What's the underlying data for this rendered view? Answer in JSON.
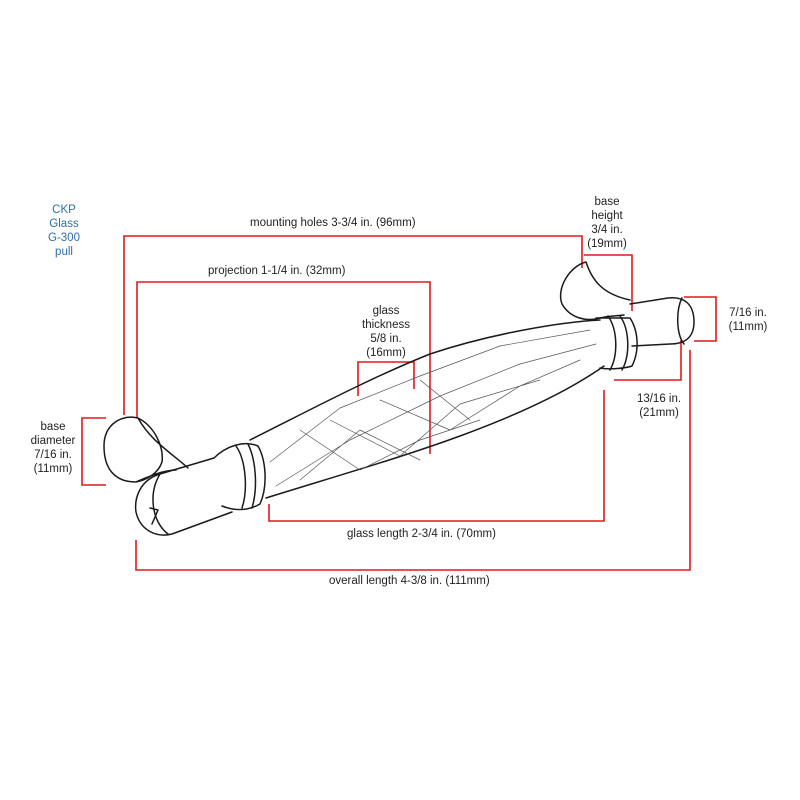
{
  "title": {
    "lines": [
      "CKP",
      "Glass",
      "G-300",
      "pull"
    ],
    "color": "#2f6fa8"
  },
  "colors": {
    "dimension_line": "#e0191e",
    "outline": "#1a1a1a",
    "text": "#222222"
  },
  "dimensions": {
    "mounting_holes": "mounting holes 3-3/4 in. (96mm)",
    "projection": "projection 1-1/4 in. (32mm)",
    "base_height": [
      "base",
      "height",
      "3/4 in.",
      "(19mm)"
    ],
    "glass_thickness": [
      "glass",
      "thickness",
      "5/8 in.",
      "(16mm)"
    ],
    "shaft_diameter": [
      "7/16 in.",
      "(11mm)"
    ],
    "ring_diameter": [
      "13/16 in.",
      "(21mm)"
    ],
    "base_diameter": [
      "base",
      "diameter",
      "7/16 in.",
      "(11mm)"
    ],
    "glass_length": "glass length 2-3/4 in. (70mm)",
    "overall_length": "overall length 4-3/8 in. (111mm)"
  }
}
